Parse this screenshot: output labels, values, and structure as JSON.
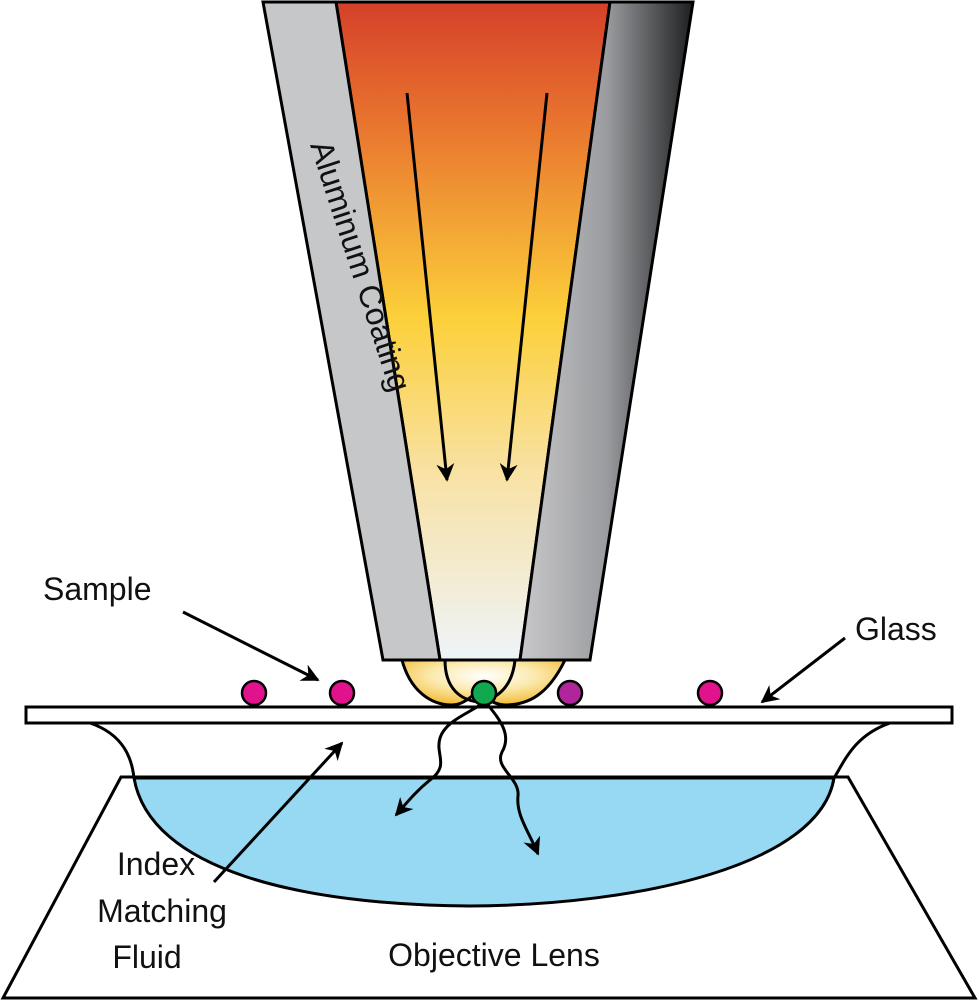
{
  "labels": {
    "coating": "Aluminum Coating",
    "sample": "Sample",
    "glass": "Glass",
    "fluid_line1": "Index",
    "fluid_line2": "Matching",
    "fluid_line3": "Fluid",
    "objective": "Objective Lens"
  },
  "colors": {
    "coating_light": "#c6c7c9",
    "coating_dark": "#1e1f21",
    "light_top": "#d5402a",
    "light_mid": "#fcd03a",
    "light_bottom": "#eef4f8",
    "fluid": "#97d8f2",
    "sample_particle": "#e0138c",
    "fluorescing_particle": "#12a850",
    "dim_particle": "#b0259a"
  }
}
